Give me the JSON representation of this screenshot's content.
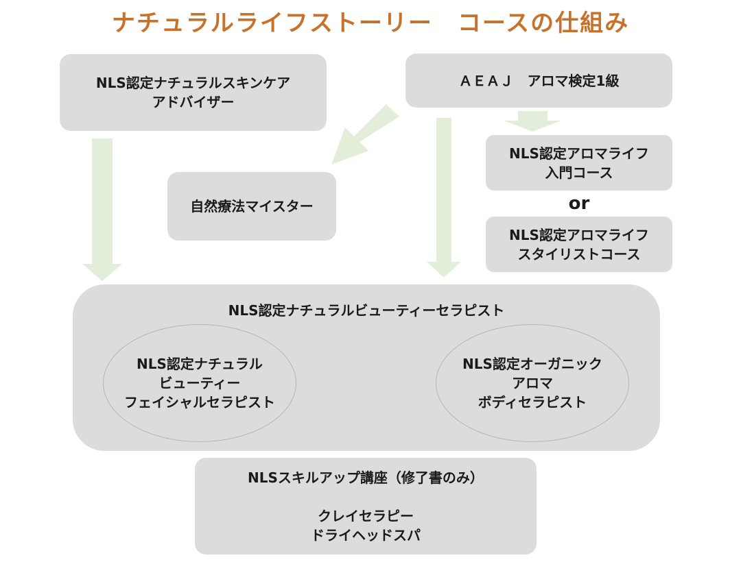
{
  "title": "ナチュラルライフストーリー　コースの仕組み",
  "colors": {
    "title": "#c8712b",
    "box_fill": "#dcdcdc",
    "arrow_fill": "#e2eeda",
    "ellipse_stroke": "#b4b4b4"
  },
  "boxes": {
    "skincare_adviser": "NLS認定ナチュラルスキンケア\nアドバイザー",
    "aeaj": "ＡＥＡＪ　アロマ検定1級",
    "aroma_intro": "NLS認定アロマライフ\n入門コース",
    "or_label": "or",
    "aroma_stylist": "NLS認定アロマライフ\nスタイリストコース",
    "naturopathy": "自然療法マイスター"
  },
  "beauty_therapist": {
    "title": "NLS認定ナチュラルビューティーセラピスト",
    "facial": "NLS認定ナチュラル\nビューティー\nフェイシャルセラピスト",
    "body": "NLS認定オーガニック\nアロマ\nボディセラピスト"
  },
  "skillup": {
    "title": "NLSスキルアップ講座（修了書のみ）",
    "courses": "クレイセラピー\nドライヘッドスパ"
  }
}
